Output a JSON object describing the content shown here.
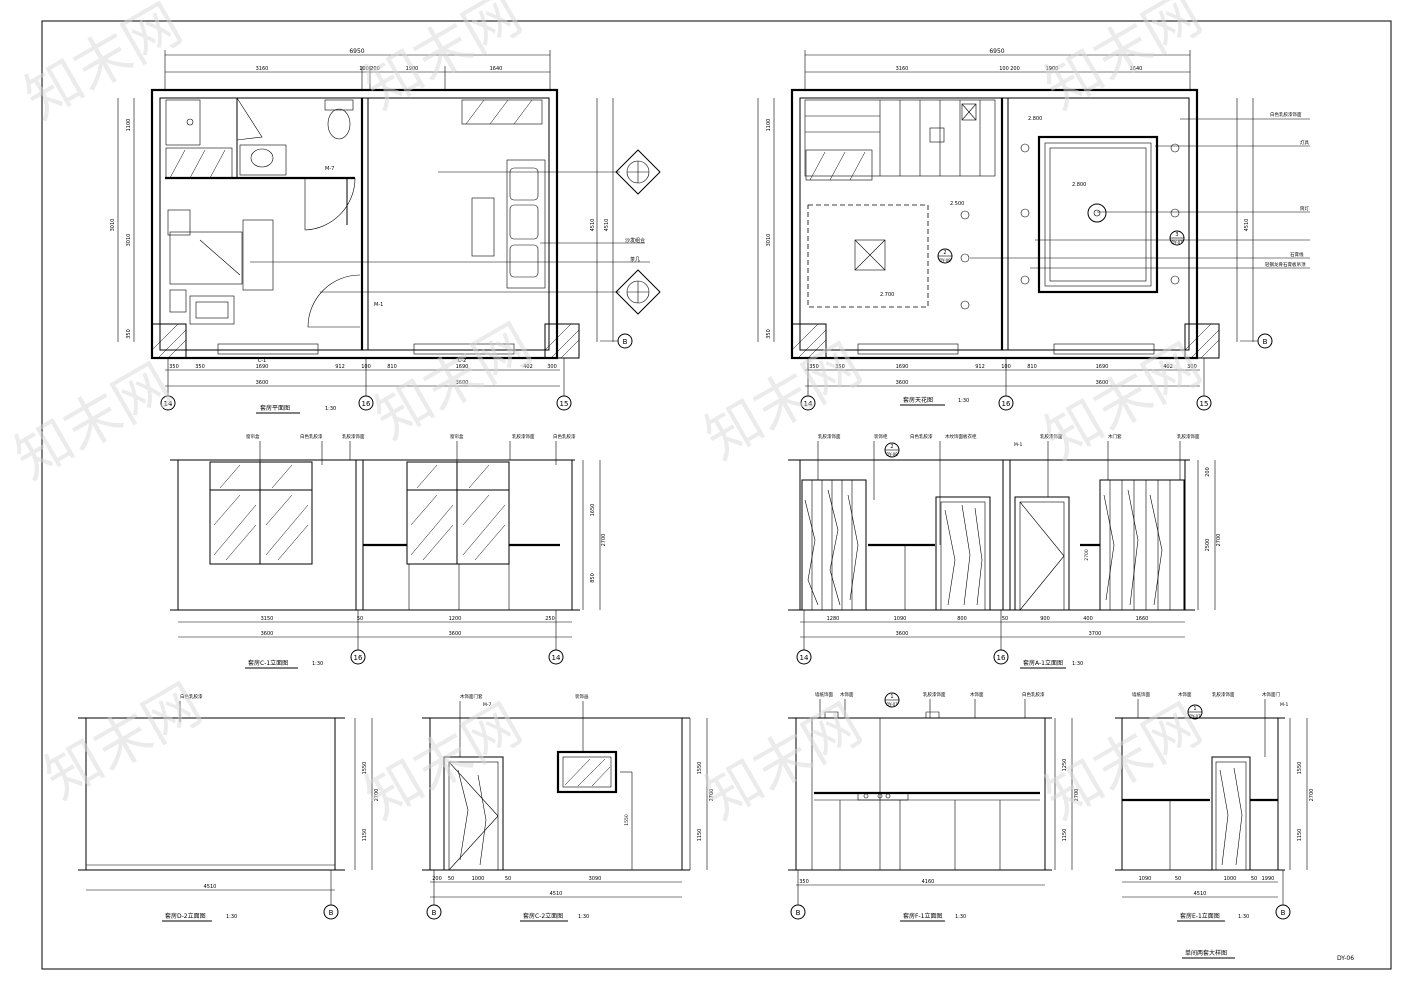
{
  "sheet": {
    "sheet_number": "DY-06",
    "sheet_title": "单间两套大样图",
    "watermark": "知末网"
  },
  "axis_labels": {
    "axis_14": "14",
    "axis_15": "15",
    "axis_16": "16",
    "axis_B": "B"
  },
  "views": {
    "floor_plan": {
      "title": "套房平面图",
      "scale": "1:30"
    },
    "ceiling_plan": {
      "title": "套房天花图",
      "scale": "1:30"
    },
    "elev_c1": {
      "title": "套房C-1立面图",
      "scale": "1:30"
    },
    "elev_a1": {
      "title": "套房A-1立面图",
      "scale": "1:30"
    },
    "elev_d2": {
      "title": "套房D-2立面图",
      "scale": "1:30"
    },
    "elev_c2": {
      "title": "套房C-2立面图",
      "scale": "1:30"
    },
    "elev_f1": {
      "title": "套房F-1立面图",
      "scale": "1:30"
    },
    "elev_e1": {
      "title": "套房E-1立面图",
      "scale": "1:30"
    }
  },
  "plan_dims": {
    "overall": "6950",
    "top": [
      "3160",
      "100",
      "200",
      "1900",
      "1640"
    ],
    "bottom_a": [
      "350",
      "350",
      "1690",
      "912",
      "100",
      "810",
      "1690",
      "402",
      "300"
    ],
    "bottom_b": [
      "3600",
      "3600"
    ],
    "left": [
      "1100",
      "3010",
      "350"
    ],
    "right": "4510",
    "door_tags": [
      "C-1",
      "C-2",
      "M-7",
      "M-1"
    ]
  },
  "ceiling_dims": {
    "overall": "6950",
    "top": [
      "3160",
      "100",
      "200",
      "1900",
      "1640"
    ],
    "bottom_a": [
      "350",
      "350",
      "1690",
      "912",
      "100",
      "810",
      "1690",
      "402",
      "300"
    ],
    "bottom_b": [
      "3600",
      "3600"
    ],
    "left": [
      "1100",
      "3010",
      "350"
    ],
    "right": "4510",
    "levels": [
      "2.800",
      "2.500",
      "2.700",
      "2.800"
    ],
    "detail_refs": [
      "3",
      "DY-07",
      "2",
      "DY-08",
      "1",
      "DY-07"
    ]
  },
  "elev_dims": {
    "c1_bottom": [
      "3150",
      "50",
      "1200",
      "250"
    ],
    "c1_bottom_b": [
      "3600",
      "3600"
    ],
    "c1_right": [
      "1650",
      "850",
      "2700"
    ],
    "a1_bottom": [
      "1280",
      "1090",
      "800",
      "50",
      "900",
      "400",
      "1660"
    ],
    "a1_bottom_b": [
      "3600",
      "3700"
    ],
    "a1_right": [
      "200",
      "2500",
      "2700"
    ],
    "d2_bottom": "4510",
    "d2_right": [
      "1550",
      "1150",
      "2700"
    ],
    "c2_bottom": [
      "200",
      "50",
      "1000",
      "50",
      "3090"
    ],
    "c2_bottom_b": "4510",
    "c2_right": [
      "1550",
      "1150",
      "2700"
    ],
    "f1_bottom": [
      "350",
      "4160"
    ],
    "f1_right": [
      "1250",
      "1150",
      "2700"
    ],
    "e1_bottom": [
      "1090",
      "50",
      "1000",
      "50",
      "1990"
    ],
    "e1_bottom_b": "4510",
    "e1_right": [
      "1550",
      "1150",
      "2700"
    ]
  },
  "labels": {
    "c1": [
      "窗帘盒",
      "白色乳胶漆",
      "乳胶漆饰面",
      "窗帘盒",
      "乳胶漆饰面",
      "白色乳胶漆"
    ],
    "a1": [
      "乳胶漆饰面",
      "装饰柜",
      "白色乳胶漆",
      "木纹饰面板衣柜",
      "M-1",
      "乳胶漆饰面",
      "木门套",
      "乳胶漆饰面"
    ],
    "d2": [
      "白色乳胶漆"
    ],
    "c2": [
      "木饰面门套",
      "M-7",
      "装饰画"
    ],
    "f1": [
      "墙纸饰面",
      "木饰面",
      "乳胶漆饰面",
      "木饰面",
      "白色乳胶漆"
    ],
    "e1": [
      "墙纸饰面",
      "木饰面",
      "乳胶漆饰面",
      "木饰面门",
      "M-1"
    ],
    "ceiling_right": [
      "白色乳胶漆饰面",
      "灯具",
      "筒灯",
      "石膏线",
      "轻钢龙骨石膏板吊顶"
    ],
    "plan_right": [
      "沙发组合",
      "茶几"
    ]
  }
}
